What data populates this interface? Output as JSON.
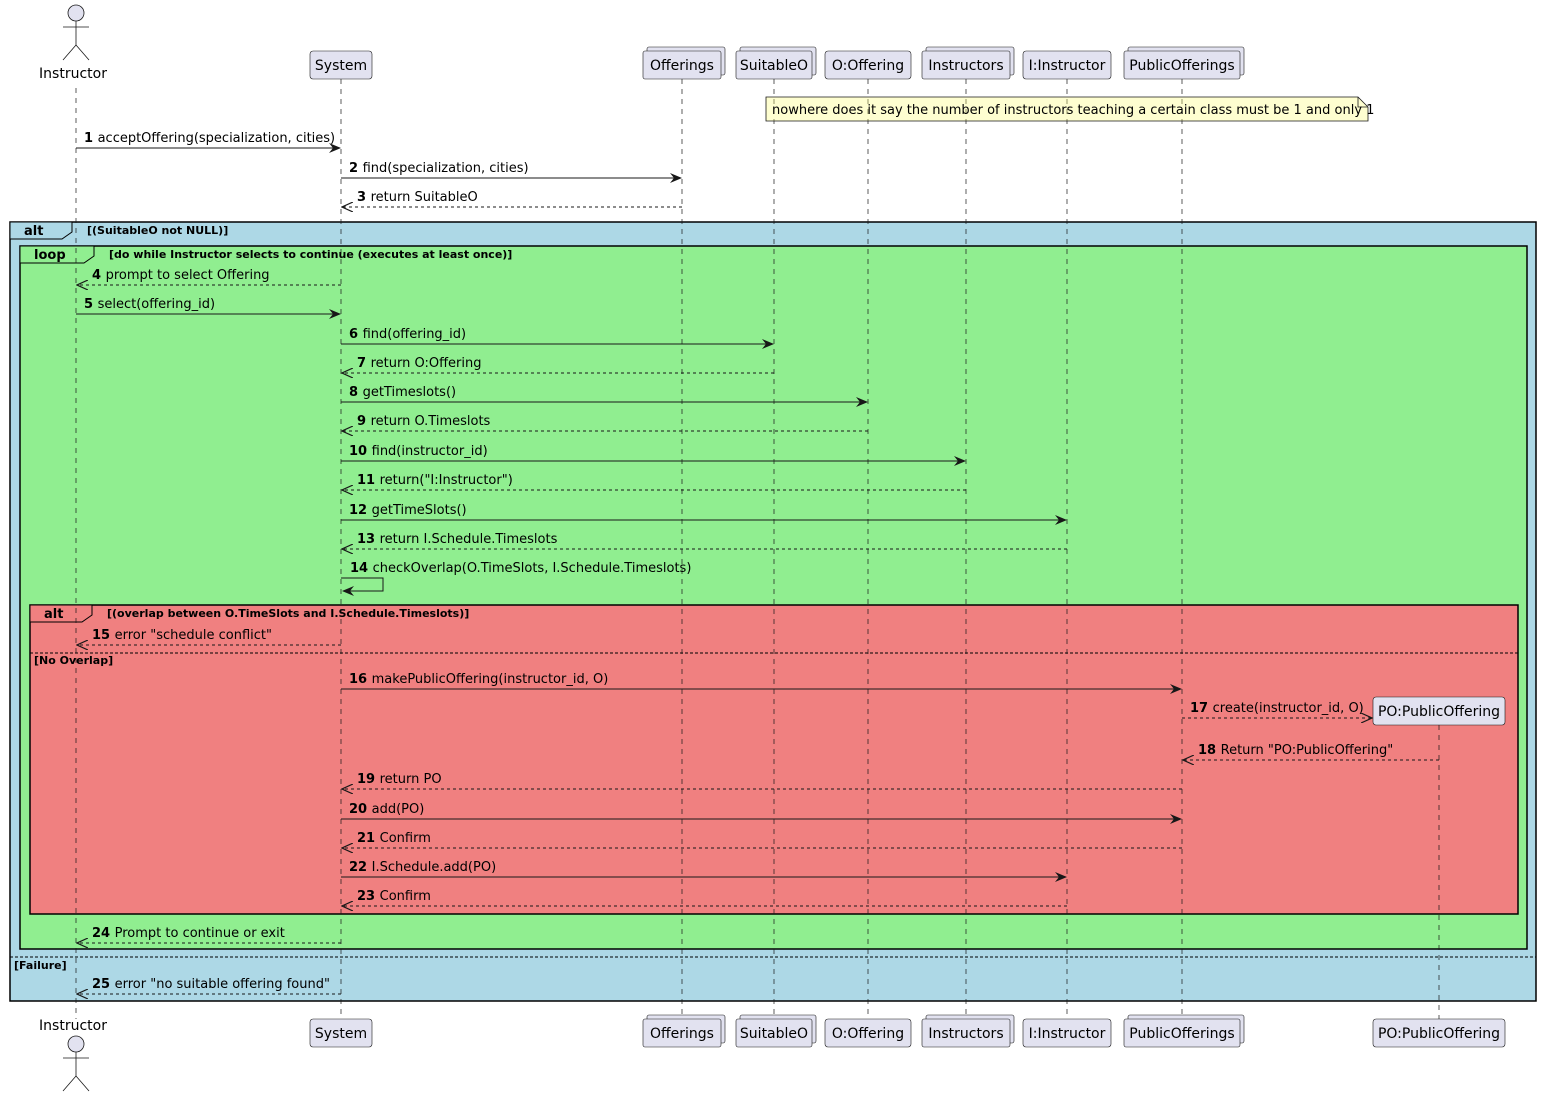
{
  "participants": [
    {
      "id": "instructor",
      "name": "Instructor",
      "kind": "actor"
    },
    {
      "id": "system",
      "name": "System",
      "kind": "box"
    },
    {
      "id": "offerings",
      "name": "Offerings",
      "kind": "collection"
    },
    {
      "id": "suitableo",
      "name": "SuitableO",
      "kind": "collection"
    },
    {
      "id": "ooffering",
      "name": "O:Offering",
      "kind": "box"
    },
    {
      "id": "instructors",
      "name": "Instructors",
      "kind": "collection"
    },
    {
      "id": "iinstructor",
      "name": "I:Instructor",
      "kind": "box"
    },
    {
      "id": "publicofferings",
      "name": "PublicOfferings",
      "kind": "collection"
    },
    {
      "id": "popublicoffering",
      "name": "PO:PublicOffering",
      "kind": "created"
    }
  ],
  "note": "nowhere does it say the number of instructors teaching a certain class must be 1 and only 1",
  "fragments": {
    "outer_alt": {
      "keyword": "alt",
      "guard": "[(SuitableO not NULL)]",
      "else_guard": "[Failure]",
      "color": "#add8e6"
    },
    "loop": {
      "keyword": "loop",
      "guard": "[do while Instructor selects to continue (executes at least once)]",
      "color": "#90ee90"
    },
    "inner_alt": {
      "keyword": "alt",
      "guard": "[(overlap between O.TimeSlots and I.Schedule.Timeslots)]",
      "else_guard": "[No Overlap]",
      "color": "#f08080"
    }
  },
  "messages": [
    {
      "n": "1",
      "text": "acceptOffering(specialization, cities)",
      "from": "instructor",
      "to": "system",
      "style": "solid"
    },
    {
      "n": "2",
      "text": "find(specialization, cities)",
      "from": "system",
      "to": "offerings",
      "style": "solid"
    },
    {
      "n": "3",
      "text": "return SuitableO",
      "from": "offerings",
      "to": "system",
      "style": "dashed"
    },
    {
      "n": "4",
      "text": "prompt to select Offering",
      "from": "system",
      "to": "instructor",
      "style": "dashed"
    },
    {
      "n": "5",
      "text": "select(offering_id)",
      "from": "instructor",
      "to": "system",
      "style": "solid"
    },
    {
      "n": "6",
      "text": "find(offering_id)",
      "from": "system",
      "to": "suitableo",
      "style": "solid"
    },
    {
      "n": "7",
      "text": "return O:Offering",
      "from": "suitableo",
      "to": "system",
      "style": "dashed"
    },
    {
      "n": "8",
      "text": "getTimeslots()",
      "from": "system",
      "to": "ooffering",
      "style": "solid"
    },
    {
      "n": "9",
      "text": "return O.Timeslots",
      "from": "ooffering",
      "to": "system",
      "style": "dashed"
    },
    {
      "n": "10",
      "text": "find(instructor_id)",
      "from": "system",
      "to": "instructors",
      "style": "solid"
    },
    {
      "n": "11",
      "text": "return(\"I:Instructor\")",
      "from": "instructors",
      "to": "system",
      "style": "dashed"
    },
    {
      "n": "12",
      "text": "getTimeSlots()",
      "from": "system",
      "to": "iinstructor",
      "style": "solid"
    },
    {
      "n": "13",
      "text": "return I.Schedule.Timeslots",
      "from": "iinstructor",
      "to": "system",
      "style": "dashed"
    },
    {
      "n": "14",
      "text": "checkOverlap(O.TimeSlots, I.Schedule.Timeslots)",
      "from": "system",
      "to": "system",
      "style": "self"
    },
    {
      "n": "15",
      "text": "error \"schedule conflict\"",
      "from": "system",
      "to": "instructor",
      "style": "dashed"
    },
    {
      "n": "16",
      "text": "makePublicOffering(instructor_id, O)",
      "from": "system",
      "to": "publicofferings",
      "style": "solid"
    },
    {
      "n": "17",
      "text": "create(instructor_id, O)",
      "from": "publicofferings",
      "to": "popublicoffering",
      "style": "dashed"
    },
    {
      "n": "18",
      "text": "Return \"PO:PublicOffering\"",
      "from": "popublicoffering",
      "to": "publicofferings",
      "style": "dashed"
    },
    {
      "n": "19",
      "text": "return PO",
      "from": "publicofferings",
      "to": "system",
      "style": "dashed"
    },
    {
      "n": "20",
      "text": "add(PO)",
      "from": "system",
      "to": "publicofferings",
      "style": "solid"
    },
    {
      "n": "21",
      "text": "Confirm",
      "from": "publicofferings",
      "to": "system",
      "style": "dashed"
    },
    {
      "n": "22",
      "text": "I.Schedule.add(PO)",
      "from": "system",
      "to": "iinstructor",
      "style": "solid"
    },
    {
      "n": "23",
      "text": "Confirm",
      "from": "iinstructor",
      "to": "system",
      "style": "dashed"
    },
    {
      "n": "24",
      "text": "Prompt to continue or exit",
      "from": "system",
      "to": "instructor",
      "style": "dashed"
    },
    {
      "n": "25",
      "text": "error \"no suitable offering found\"",
      "from": "system",
      "to": "instructor",
      "style": "dashed"
    }
  ]
}
